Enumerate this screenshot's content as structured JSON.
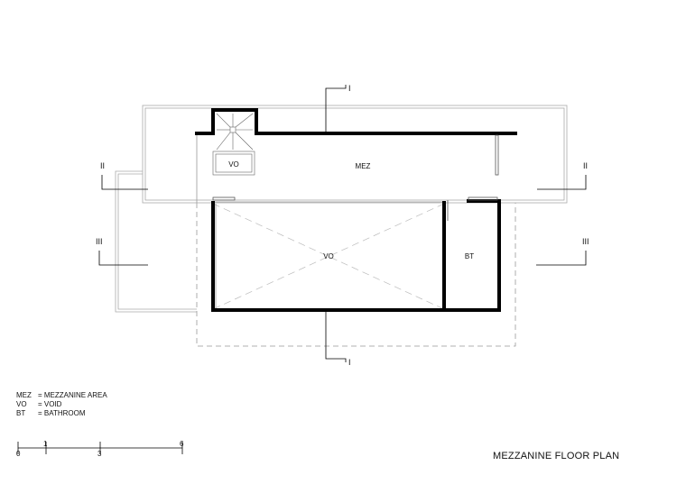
{
  "rooms": {
    "mez": "MEZ",
    "vo_stair": "VO",
    "vo_main": "VO",
    "bt": "BT"
  },
  "sections": {
    "top": "I",
    "bottom": "I",
    "left_ii": "II",
    "right_ii": "II",
    "left_iii": "III",
    "right_iii": "III"
  },
  "legend": [
    {
      "abbr": "MEZ",
      "desc": "= MEZZANINE AREA"
    },
    {
      "abbr": "VO",
      "desc": "= VOID"
    },
    {
      "abbr": "BT",
      "desc": "= BATHROOM"
    }
  ],
  "scale": {
    "ticks": [
      "0",
      "1",
      "3",
      "6"
    ]
  },
  "title": "MEZZANINE FLOOR PLAN"
}
